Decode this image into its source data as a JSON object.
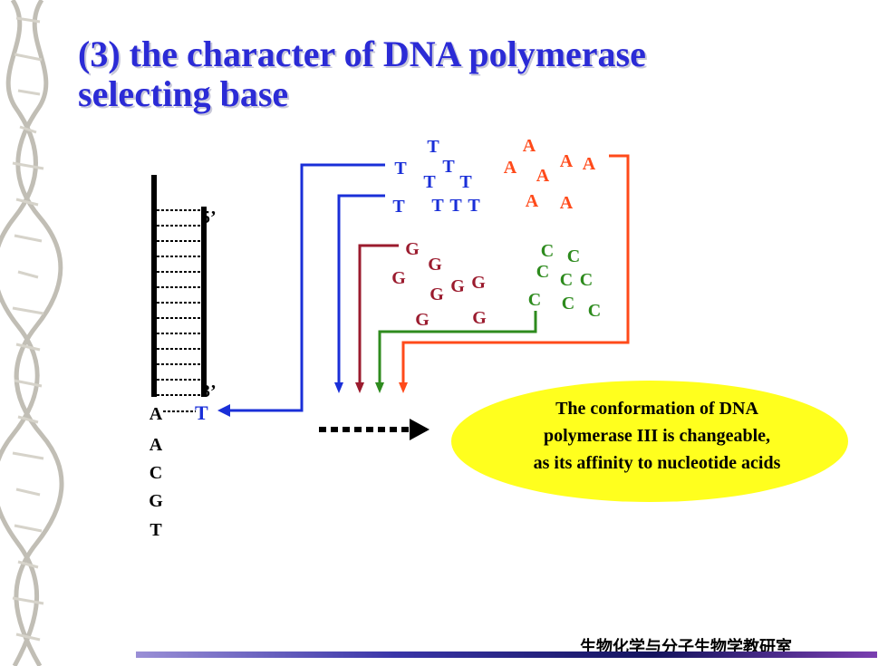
{
  "slide": {
    "title_line1": "(3) the character of DNA polymerase",
    "title_line2": "selecting base",
    "footer": "生物化学与分子生物学教研室"
  },
  "template": {
    "bases": [
      "A",
      "A",
      "C",
      "G",
      "T"
    ],
    "prime5": "5’",
    "prime3": "3’",
    "new_base": "T"
  },
  "pools": {
    "T": [
      "T",
      "T",
      "T",
      "T",
      "T",
      "T",
      "T",
      "T",
      "T"
    ],
    "A": [
      "A",
      "A",
      "A",
      "A",
      "A",
      "A",
      "A"
    ],
    "G": [
      "G",
      "G",
      "G",
      "G",
      "G",
      "G",
      "G",
      "G"
    ],
    "C": [
      "C",
      "C",
      "C",
      "C",
      "C",
      "C",
      "C",
      "C"
    ]
  },
  "callout": {
    "line1": "The conformation of DNA",
    "line2": "polymerase III is changeable,",
    "line3": "as its affinity to nucleotide acids"
  },
  "colors": {
    "title": "#2b2bd6",
    "T": "#1a2fd8",
    "A": "#ff4a1a",
    "G": "#9b1b2e",
    "C": "#2e8b1e",
    "bubble": "#ffff1e"
  }
}
